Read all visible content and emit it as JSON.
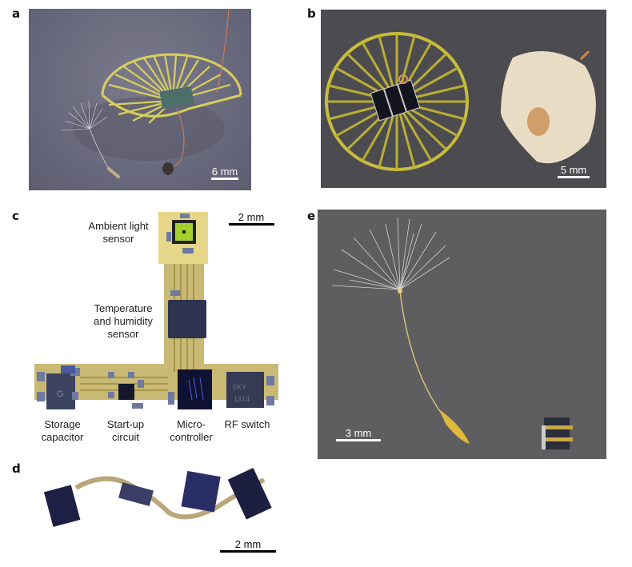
{
  "figure": {
    "panels": {
      "a": {
        "label": "a",
        "description": "Radial-spoke polyimide flier with solar cell and wire next to dandelion seed on gray background",
        "scale_bar": "6 mm",
        "background_color": "#6e6d7f"
      },
      "b": {
        "label": "b",
        "description": "Circular spoked flier with three solar cells beside a dried winged seed",
        "scale_bar": "5 mm",
        "background_color": "#4b4b50"
      },
      "c": {
        "label": "c",
        "description": "Flexible circuit board layout with labeled components",
        "scale_bar": "2 mm",
        "components": [
          {
            "name": "ambient-light-sensor",
            "label_line1": "Ambient light",
            "label_line2": "sensor"
          },
          {
            "name": "temp-humidity-sensor",
            "label_line1": "Temperature",
            "label_line2": "and humidity",
            "label_line3": "sensor"
          },
          {
            "name": "storage-capacitor",
            "label_line1": "Storage",
            "label_line2": "capacitor"
          },
          {
            "name": "start-up-circuit",
            "label_line1": "Start-up",
            "label_line2": "circuit"
          },
          {
            "name": "microcontroller",
            "label_line1": "Micro-",
            "label_line2": "controller"
          },
          {
            "name": "rf-switch",
            "label_line1": "RF switch"
          }
        ],
        "chip_markings": {
          "storage": "G",
          "rf": "SKY 1314"
        }
      },
      "d": {
        "label": "d",
        "description": "Flexible circuit bent into wavy shape",
        "scale_bar": "2 mm"
      },
      "e": {
        "label": "e",
        "description": "Dandelion seed next to folded miniature circuit on gray textured surface",
        "scale_bar": "3 mm",
        "background_color": "#5e5e60"
      }
    }
  }
}
